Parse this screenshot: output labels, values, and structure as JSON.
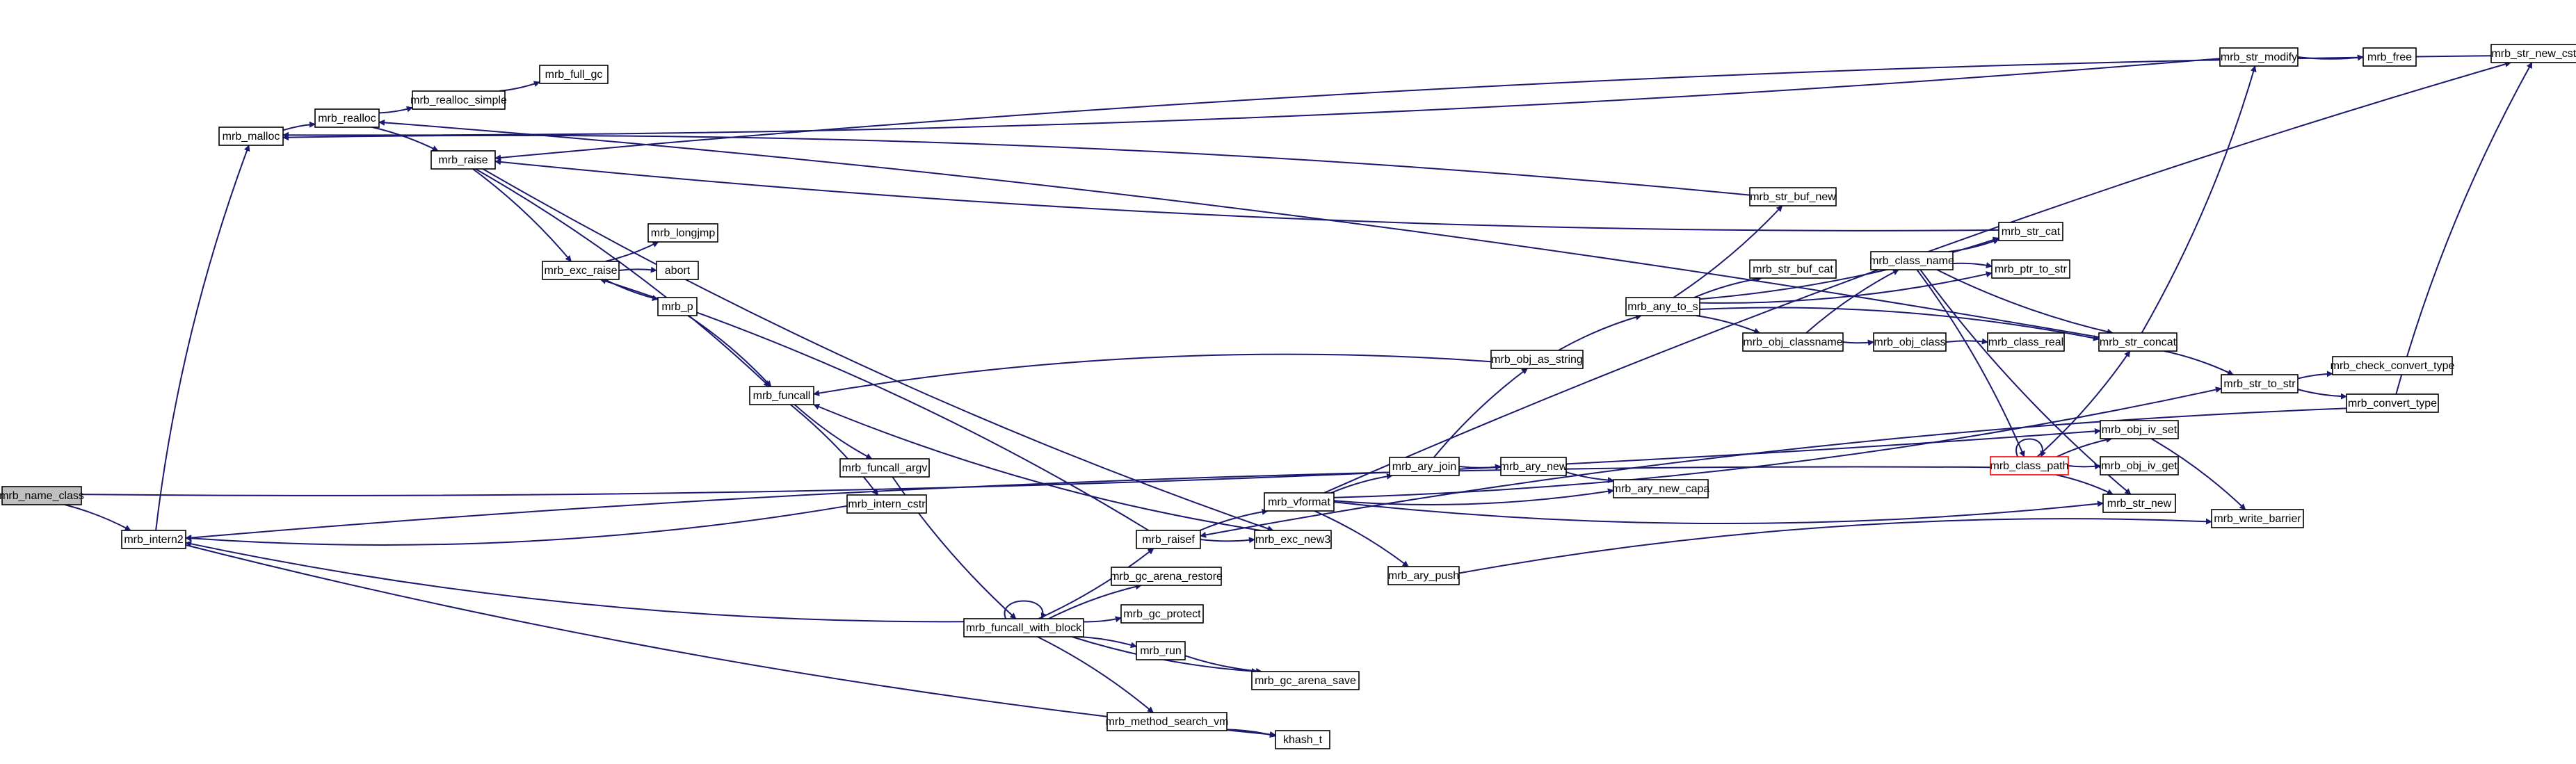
{
  "graph": {
    "colors": {
      "edge": "#191970",
      "node_fill": "#ffffff",
      "root_fill": "#bfbfbf",
      "node_stroke": "#000000",
      "truncated_stroke": "#ff0000"
    },
    "nodes": [
      {
        "id": "mrb_name_class",
        "label": "mrb_name_class",
        "kind": "root"
      },
      {
        "id": "mrb_intern2",
        "label": "mrb_intern2"
      },
      {
        "id": "mrb_malloc",
        "label": "mrb_malloc"
      },
      {
        "id": "mrb_realloc",
        "label": "mrb_realloc"
      },
      {
        "id": "mrb_realloc_simple",
        "label": "mrb_realloc_simple"
      },
      {
        "id": "mrb_full_gc",
        "label": "mrb_full_gc"
      },
      {
        "id": "mrb_raise",
        "label": "mrb_raise"
      },
      {
        "id": "mrb_exc_raise",
        "label": "mrb_exc_raise"
      },
      {
        "id": "mrb_longjmp",
        "label": "mrb_longjmp"
      },
      {
        "id": "abort",
        "label": "abort"
      },
      {
        "id": "mrb_p",
        "label": "mrb_p"
      },
      {
        "id": "mrb_funcall",
        "label": "mrb_funcall"
      },
      {
        "id": "mrb_funcall_argv",
        "label": "mrb_funcall_argv"
      },
      {
        "id": "mrb_intern_cstr",
        "label": "mrb_intern_cstr"
      },
      {
        "id": "mrb_raisef",
        "label": "mrb_raisef"
      },
      {
        "id": "mrb_gc_arena_restore",
        "label": "mrb_gc_arena_restore"
      },
      {
        "id": "mrb_funcall_with_block",
        "label": "mrb_funcall_with_block"
      },
      {
        "id": "mrb_gc_protect",
        "label": "mrb_gc_protect"
      },
      {
        "id": "mrb_run",
        "label": "mrb_run"
      },
      {
        "id": "mrb_gc_arena_save",
        "label": "mrb_gc_arena_save"
      },
      {
        "id": "mrb_method_search_vm",
        "label": "mrb_method_search_vm"
      },
      {
        "id": "khash_t",
        "label": "khash_t"
      },
      {
        "id": "mrb_vformat",
        "label": "mrb_vformat"
      },
      {
        "id": "mrb_exc_new3",
        "label": "mrb_exc_new3"
      },
      {
        "id": "mrb_ary_join",
        "label": "mrb_ary_join"
      },
      {
        "id": "mrb_ary_new",
        "label": "mrb_ary_new"
      },
      {
        "id": "mrb_ary_new_capa",
        "label": "mrb_ary_new_capa"
      },
      {
        "id": "mrb_ary_push",
        "label": "mrb_ary_push"
      },
      {
        "id": "mrb_obj_as_string",
        "label": "mrb_obj_as_string"
      },
      {
        "id": "mrb_any_to_s",
        "label": "mrb_any_to_s"
      },
      {
        "id": "mrb_str_buf_new",
        "label": "mrb_str_buf_new"
      },
      {
        "id": "mrb_str_buf_cat",
        "label": "mrb_str_buf_cat"
      },
      {
        "id": "mrb_obj_classname",
        "label": "mrb_obj_classname"
      },
      {
        "id": "mrb_obj_class",
        "label": "mrb_obj_class"
      },
      {
        "id": "mrb_class_real",
        "label": "mrb_class_real"
      },
      {
        "id": "mrb_class_name",
        "label": "mrb_class_name"
      },
      {
        "id": "mrb_str_cat",
        "label": "mrb_str_cat"
      },
      {
        "id": "mrb_ptr_to_str",
        "label": "mrb_ptr_to_str"
      },
      {
        "id": "mrb_str_concat",
        "label": "mrb_str_concat"
      },
      {
        "id": "mrb_class_path",
        "label": "mrb_class_path",
        "kind": "truncated"
      },
      {
        "id": "mrb_obj_iv_set",
        "label": "mrb_obj_iv_set"
      },
      {
        "id": "mrb_obj_iv_get",
        "label": "mrb_obj_iv_get"
      },
      {
        "id": "mrb_str_new",
        "label": "mrb_str_new"
      },
      {
        "id": "mrb_str_modify",
        "label": "mrb_str_modify"
      },
      {
        "id": "mrb_free",
        "label": "mrb_free"
      },
      {
        "id": "mrb_str_new_cstr",
        "label": "mrb_str_new_cstr"
      },
      {
        "id": "mrb_str_to_str",
        "label": "mrb_str_to_str"
      },
      {
        "id": "mrb_check_convert_type",
        "label": "mrb_check_convert_type"
      },
      {
        "id": "mrb_convert_type",
        "label": "mrb_convert_type"
      },
      {
        "id": "mrb_write_barrier",
        "label": "mrb_write_barrier"
      }
    ],
    "edges": [
      [
        "mrb_name_class",
        "mrb_intern2"
      ],
      [
        "mrb_name_class",
        "mrb_obj_iv_set"
      ],
      [
        "mrb_intern2",
        "mrb_malloc"
      ],
      [
        "mrb_intern2",
        "khash_t"
      ],
      [
        "mrb_malloc",
        "mrb_realloc"
      ],
      [
        "mrb_realloc",
        "mrb_realloc_simple"
      ],
      [
        "mrb_realloc",
        "mrb_raise"
      ],
      [
        "mrb_realloc_simple",
        "mrb_full_gc"
      ],
      [
        "mrb_raise",
        "mrb_exc_raise"
      ],
      [
        "mrb_raise",
        "mrb_exc_new3"
      ],
      [
        "mrb_raise",
        "mrb_funcall"
      ],
      [
        "mrb_exc_raise",
        "mrb_longjmp"
      ],
      [
        "mrb_exc_raise",
        "abort"
      ],
      [
        "mrb_exc_raise",
        "mrb_p"
      ],
      [
        "mrb_p",
        "mrb_funcall"
      ],
      [
        "mrb_funcall",
        "mrb_funcall_argv"
      ],
      [
        "mrb_funcall",
        "mrb_intern_cstr"
      ],
      [
        "mrb_funcall_argv",
        "mrb_funcall_with_block"
      ],
      [
        "mrb_intern_cstr",
        "mrb_intern2"
      ],
      [
        "mrb_funcall_with_block",
        "mrb_funcall_with_block"
      ],
      [
        "mrb_funcall_with_block",
        "mrb_intern2"
      ],
      [
        "mrb_funcall_with_block",
        "mrb_raisef"
      ],
      [
        "mrb_funcall_with_block",
        "mrb_gc_arena_restore"
      ],
      [
        "mrb_funcall_with_block",
        "mrb_gc_protect"
      ],
      [
        "mrb_funcall_with_block",
        "mrb_run"
      ],
      [
        "mrb_funcall_with_block",
        "mrb_gc_arena_save"
      ],
      [
        "mrb_funcall_with_block",
        "mrb_method_search_vm"
      ],
      [
        "mrb_run",
        "mrb_gc_arena_save"
      ],
      [
        "mrb_method_search_vm",
        "khash_t"
      ],
      [
        "mrb_raisef",
        "mrb_exc_raise"
      ],
      [
        "mrb_raisef",
        "mrb_vformat"
      ],
      [
        "mrb_raisef",
        "mrb_exc_new3"
      ],
      [
        "mrb_vformat",
        "mrb_ary_join"
      ],
      [
        "mrb_vformat",
        "mrb_ary_new_capa"
      ],
      [
        "mrb_vformat",
        "mrb_ary_push"
      ],
      [
        "mrb_vformat",
        "mrb_str_new"
      ],
      [
        "mrb_vformat",
        "mrb_str_new_cstr"
      ],
      [
        "mrb_vformat",
        "mrb_str_to_str"
      ],
      [
        "mrb_exc_new3",
        "mrb_funcall"
      ],
      [
        "mrb_ary_join",
        "mrb_ary_new"
      ],
      [
        "mrb_ary_join",
        "mrb_obj_as_string"
      ],
      [
        "mrb_ary_new",
        "mrb_ary_new_capa"
      ],
      [
        "mrb_ary_push",
        "mrb_write_barrier"
      ],
      [
        "mrb_obj_as_string",
        "mrb_funcall"
      ],
      [
        "mrb_obj_as_string",
        "mrb_any_to_s"
      ],
      [
        "mrb_any_to_s",
        "mrb_str_buf_new"
      ],
      [
        "mrb_any_to_s",
        "mrb_str_buf_cat"
      ],
      [
        "mrb_any_to_s",
        "mrb_str_cat"
      ],
      [
        "mrb_any_to_s",
        "mrb_obj_classname"
      ],
      [
        "mrb_any_to_s",
        "mrb_ptr_to_str"
      ],
      [
        "mrb_any_to_s",
        "mrb_str_concat"
      ],
      [
        "mrb_str_buf_new",
        "mrb_malloc"
      ],
      [
        "mrb_obj_classname",
        "mrb_class_name"
      ],
      [
        "mrb_obj_classname",
        "mrb_obj_class"
      ],
      [
        "mrb_obj_class",
        "mrb_class_real"
      ],
      [
        "mrb_class_name",
        "mrb_str_cat"
      ],
      [
        "mrb_class_name",
        "mrb_ptr_to_str"
      ],
      [
        "mrb_class_name",
        "mrb_str_concat"
      ],
      [
        "mrb_class_name",
        "mrb_class_path"
      ],
      [
        "mrb_class_name",
        "mrb_str_new"
      ],
      [
        "mrb_str_cat",
        "mrb_raise"
      ],
      [
        "mrb_str_concat",
        "mrb_str_modify"
      ],
      [
        "mrb_str_concat",
        "mrb_str_to_str"
      ],
      [
        "mrb_str_concat",
        "mrb_realloc"
      ],
      [
        "mrb_class_path",
        "mrb_class_path"
      ],
      [
        "mrb_class_path",
        "mrb_str_concat"
      ],
      [
        "mrb_class_path",
        "mrb_obj_iv_set"
      ],
      [
        "mrb_class_path",
        "mrb_obj_iv_get"
      ],
      [
        "mrb_class_path",
        "mrb_str_new"
      ],
      [
        "mrb_class_path",
        "mrb_intern2"
      ],
      [
        "mrb_obj_iv_set",
        "mrb_write_barrier"
      ],
      [
        "mrb_str_modify",
        "mrb_free"
      ],
      [
        "mrb_str_modify",
        "mrb_malloc"
      ],
      [
        "mrb_str_new_cstr",
        "mrb_raise"
      ],
      [
        "mrb_str_to_str",
        "mrb_check_convert_type"
      ],
      [
        "mrb_str_to_str",
        "mrb_convert_type"
      ],
      [
        "mrb_convert_type",
        "mrb_str_new_cstr"
      ],
      [
        "mrb_convert_type",
        "mrb_raisef"
      ]
    ]
  }
}
